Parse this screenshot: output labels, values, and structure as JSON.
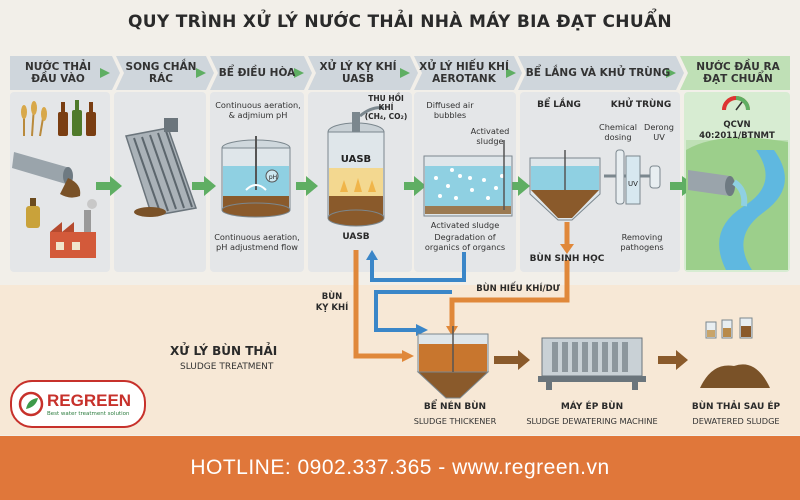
{
  "title": "QUY TRÌNH XỬ LÝ NƯỚC THẢI NHÀ MÁY BIA ĐẠT CHUẨN",
  "stages": [
    {
      "line1": "NƯỚC THẢI",
      "line2": "ĐẦU VÀO"
    },
    {
      "line1": "SONG CHẮN",
      "line2": "RÁC"
    },
    {
      "line1": "BỂ ĐIỀU HÒA",
      "line2": ""
    },
    {
      "line1": "XỬ LÝ KỴ KHÍ",
      "line2": "UASB"
    },
    {
      "line1": "XỬ LÝ HIẾU KHÍ",
      "line2": "AEROTANK"
    },
    {
      "line1": "BỂ LẮNG VÀ KHỬ TRÙNG",
      "line2": ""
    },
    {
      "line1": "NƯỚC ĐẦU RA",
      "line2": "ĐẠT CHUẨN"
    }
  ],
  "equalization": {
    "top_label": "Continuous aeration, & adjmium pH",
    "bottom_label": "Continuous aeration, pH adjustmend flow",
    "ph": "pH"
  },
  "uasb": {
    "gas_label_1": "THU HỒI",
    "gas_label_2": "KHÍ",
    "gas_label_3": "(CH₄, CO₂)",
    "tank_label": "UASB",
    "bottom_label": "UASB"
  },
  "aerotank": {
    "diffused": "Diffused air bubbles",
    "activated": "Activated sludge",
    "activated_bottom": "Activated sludge",
    "degradation": "Degradation of organics of organcs"
  },
  "settling": {
    "settle_title": "BỂ LẮNG",
    "disinfect_title": "KHỬ TRÙNG",
    "chemical": "Chemical dosing",
    "derong": "Derong UV",
    "uv": "UV",
    "removing": "Removing pathogens",
    "bio_sludge": "BÙN SINH HỌC"
  },
  "output": {
    "standard": "QCVN 40:2011/BTNMT"
  },
  "sludge": {
    "heading": "XỬ LÝ BÙN THẢI",
    "subheading": "SLUDGE TREATMENT",
    "anaerobic_1": "BÙN",
    "anaerobic_2": "KỴ KHÍ",
    "aerobic_excess": "BÙN HIẾU KHÍ/DƯ",
    "thickener_title": "BỂ NÉN BÙN",
    "thickener_sub": "SLUDGE THICKENER",
    "press_title": "MÁY ÉP BÙN",
    "press_sub": "SLUDGE DEWATERING MACHINE",
    "cake_title": "BÙN THẢI SAU ÉP",
    "cake_sub": "DEWATERED SLUDGE"
  },
  "logo": {
    "name": "REGREEN",
    "tagline": "Best water treatment solution"
  },
  "footer": {
    "hotline": "HOTLINE: 0902.337.365 - www.regreen.vn"
  },
  "colors": {
    "footer": "#e0773a",
    "panel": "#dfe3e6",
    "output_panel": "#d7ecd2",
    "water": "#8fd0e2",
    "sludge": "#8a5a2b",
    "arrow_green": "#5fae63",
    "pipe_blue": "#3a86c8",
    "pipe_orange": "#e0883a"
  }
}
